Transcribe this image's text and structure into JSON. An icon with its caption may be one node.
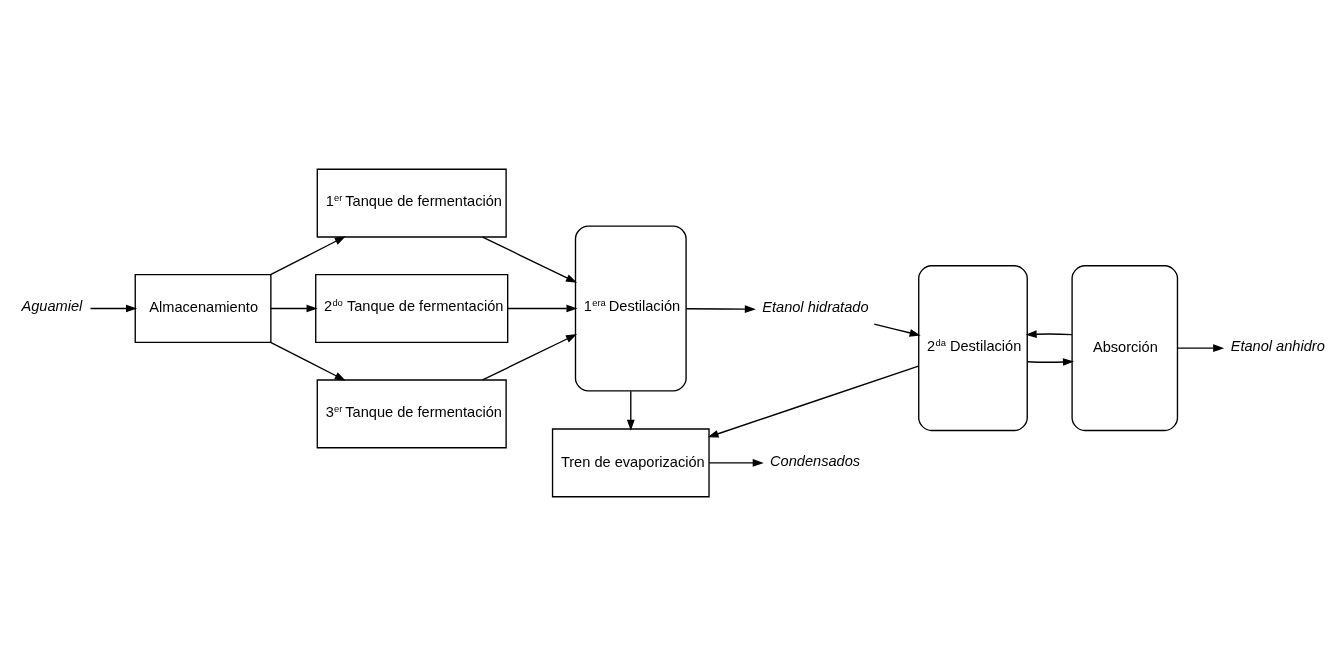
{
  "diagram": {
    "nodes": [
      {
        "text": [
          "Aguamiel"
        ]
      },
      {
        "text": [
          "Almacenamiento"
        ]
      },
      {
        "text": [
          "1$^{er}$ Tanque de fermentación"
        ]
      },
      {
        "text": [
          "2$^{do}$ Tanque de fermentación"
        ]
      },
      {
        "text": [
          "3$^{er}$ Tanque de fermentación"
        ]
      },
      {
        "text": [
          "1$^{era}$ Destilación"
        ]
      },
      {
        "text": [
          "2$^{da}$ Destilación"
        ]
      },
      {
        "text": [
          "Absorción"
        ]
      },
      {
        "text": [
          "Tren de evaporización"
        ]
      },
      {
        "text": [
          "Etanol hidratado"
        ]
      },
      {
        "text": [
          "Etanol anhidro"
        ]
      },
      {
        "text": [
          "Condensados"
        ]
      }
    ],
    "edges": [
      {
        "from": 0,
        "to": 1,
        "arrow": "to"
      },
      {
        "from": 1,
        "to": 2,
        "arrow": "to"
      },
      {
        "from": 1,
        "to": 3,
        "arrow": "to"
      },
      {
        "from": 1,
        "to": 4,
        "arrow": "to"
      },
      {
        "from": 2,
        "to": 5,
        "arrow": "to"
      },
      {
        "from": 3,
        "to": 5,
        "arrow": "to"
      },
      {
        "from": 4,
        "to": 5,
        "arrow": "to"
      },
      {
        "from": 5,
        "to": 9,
        "arrow": "to"
      },
      {
        "from": 5,
        "to": 8,
        "arrow": "to"
      },
      {
        "from": 9,
        "to": 6,
        "arrow": "to"
      },
      {
        "from": 7,
        "to": 6,
        "arrow": "to"
      },
      {
        "from": 6,
        "to": 7,
        "arrow": "to"
      },
      {
        "from": 6,
        "to": 8,
        "arrow": "to"
      },
      {
        "from": 7,
        "to": 10,
        "arrow": "to"
      },
      {
        "from": 8,
        "to": 11,
        "arrow": "to"
      }
    ]
  }
}
